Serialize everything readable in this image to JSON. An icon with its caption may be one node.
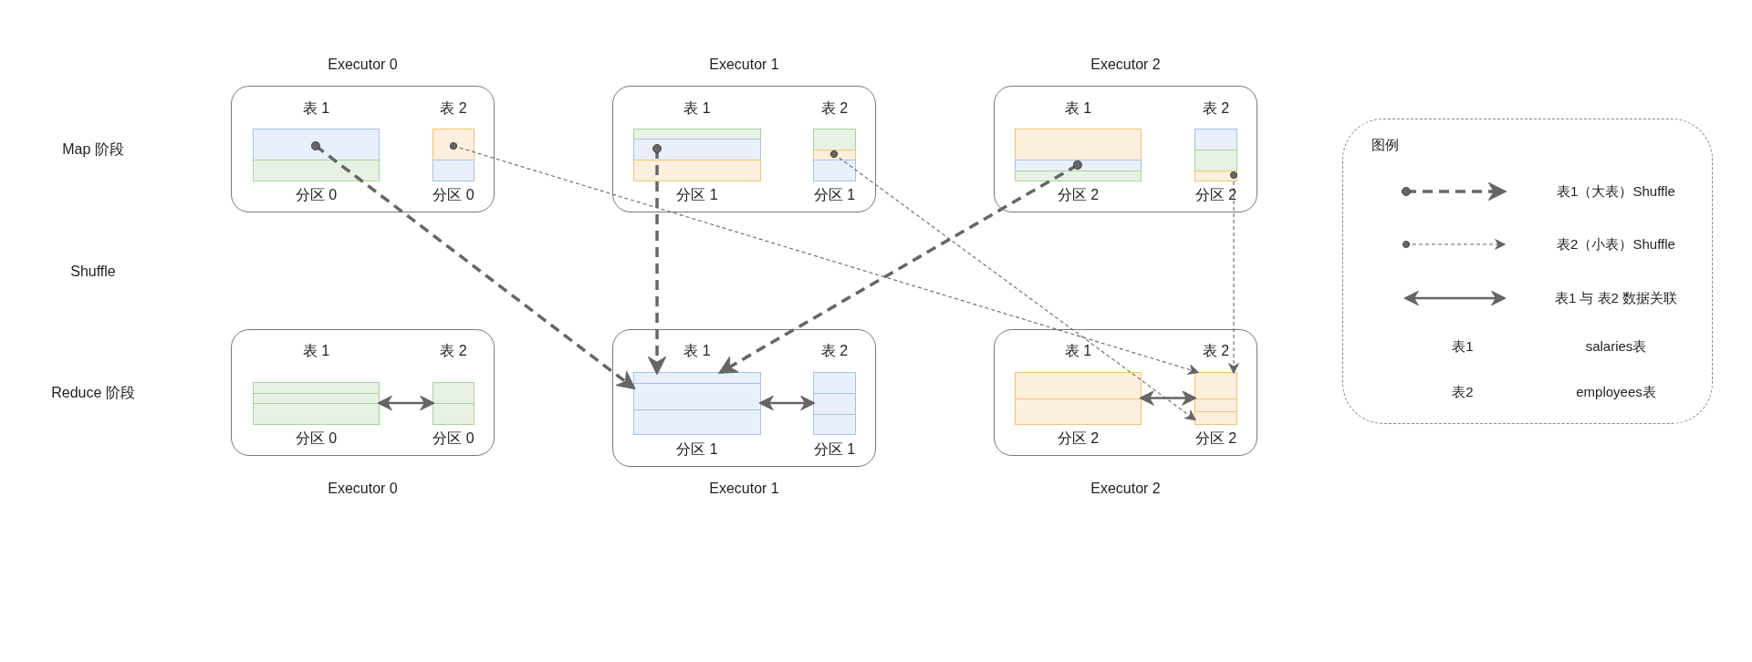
{
  "diagram": {
    "nodes": [
      {
        "text": [
          "Executor 0"
        ]
      },
      {
        "text": [
          "表 1"
        ],
        "beside": [
          "分区 0"
        ],
        "in": 0
      },
      {
        "text": [
          "表 2"
        ],
        "beside": [
          "分区 0"
        ],
        "in": 0
      },
      {
        "text": [
          "Executor 1"
        ]
      },
      {
        "text": [
          "表 1"
        ],
        "beside": [
          "分区 1"
        ],
        "in": 3
      },
      {
        "text": [
          "表 2"
        ],
        "beside": [
          "分区 1"
        ],
        "in": 3
      },
      {
        "text": [
          "Executor 2"
        ]
      },
      {
        "text": [
          "表 1"
        ],
        "beside": [
          "分区 2"
        ],
        "in": 6
      },
      {
        "text": [
          "表 2"
        ],
        "beside": [
          "分区 2"
        ],
        "in": 6
      },
      {
        "text": [
          "Executor 0"
        ]
      },
      {
        "text": [
          "表 1"
        ],
        "beside": [
          "分区 0"
        ],
        "in": 9
      },
      {
        "text": [
          "表 2"
        ],
        "beside": [
          "分区 0"
        ],
        "in": 9
      },
      {
        "text": [
          "Executor 1"
        ]
      },
      {
        "text": [
          "表 1"
        ],
        "beside": [
          "分区 1"
        ],
        "in": 12
      },
      {
        "text": [
          "表 2"
        ],
        "beside": [
          "分区 1"
        ],
        "in": 12
      },
      {
        "text": [
          "Executor 2"
        ]
      },
      {
        "text": [
          "表 1"
        ],
        "beside": [
          "分区 2"
        ],
        "in": 15
      },
      {
        "text": [
          "表 2"
        ],
        "beside": [
          "分区 2"
        ],
        "in": 15
      }
    ],
    "edges": [
      {
        "from": 1,
        "to": 13,
        "arrow": "to",
        "style": "dashed"
      },
      {
        "from": 2,
        "to": 17,
        "arrow": "to",
        "style": "dashed"
      },
      {
        "from": 4,
        "to": 13,
        "arrow": "to",
        "style": "dashed"
      },
      {
        "from": 5,
        "to": 17,
        "arrow": "to",
        "style": "dashed"
      },
      {
        "from": 7,
        "to": 13,
        "arrow": "to",
        "style": "dashed"
      },
      {
        "from": 8,
        "to": 17,
        "arrow": "to",
        "style": "dashed"
      },
      {
        "from": 10,
        "to": 11,
        "arrow": "both"
      },
      {
        "from": 13,
        "to": 14,
        "arrow": "both"
      },
      {
        "from": 16,
        "to": 17,
        "arrow": "both"
      }
    ],
    "labels": [
      "Map 阶段",
      "Shuffle",
      "Reduce 阶段",
      "图例",
      "表1",
      "salaries表",
      "表2",
      "employees表"
    ],
    "legend": [
      {
        "text": "表1（大表）Shuffle"
      },
      {
        "text": "表2（小表）Shuffle"
      },
      {
        "text": "表1 与 表2 数据关联"
      }
    ]
  }
}
